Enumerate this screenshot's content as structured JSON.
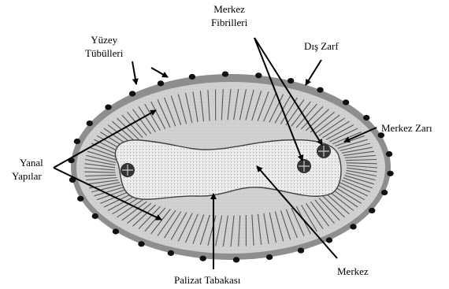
{
  "labels": {
    "merkez_fibrilleri": [
      "Merkez",
      "Fibrilleri"
    ],
    "yuzey_tubulleri": [
      "Yüzey",
      "Tübülleri"
    ],
    "dis_zarf": "Dış Zarf",
    "merkez_zari": "Merkez Zarı",
    "yanal_yapilar": [
      "Yanal",
      "Yapılar"
    ],
    "merkez": "Merkez",
    "palizat_tabakasi": "Palizat Tabakası"
  },
  "colors": {
    "outer_envelope": "#8e8e8e",
    "inner_fill": "#c8c8c8",
    "palisade_strokes": "#555555",
    "core_fill": "#ececec",
    "core_dots": "#9a9a9a",
    "core_outline": "#404040",
    "surface_tubules": "#111111",
    "arrows": "#000000"
  }
}
